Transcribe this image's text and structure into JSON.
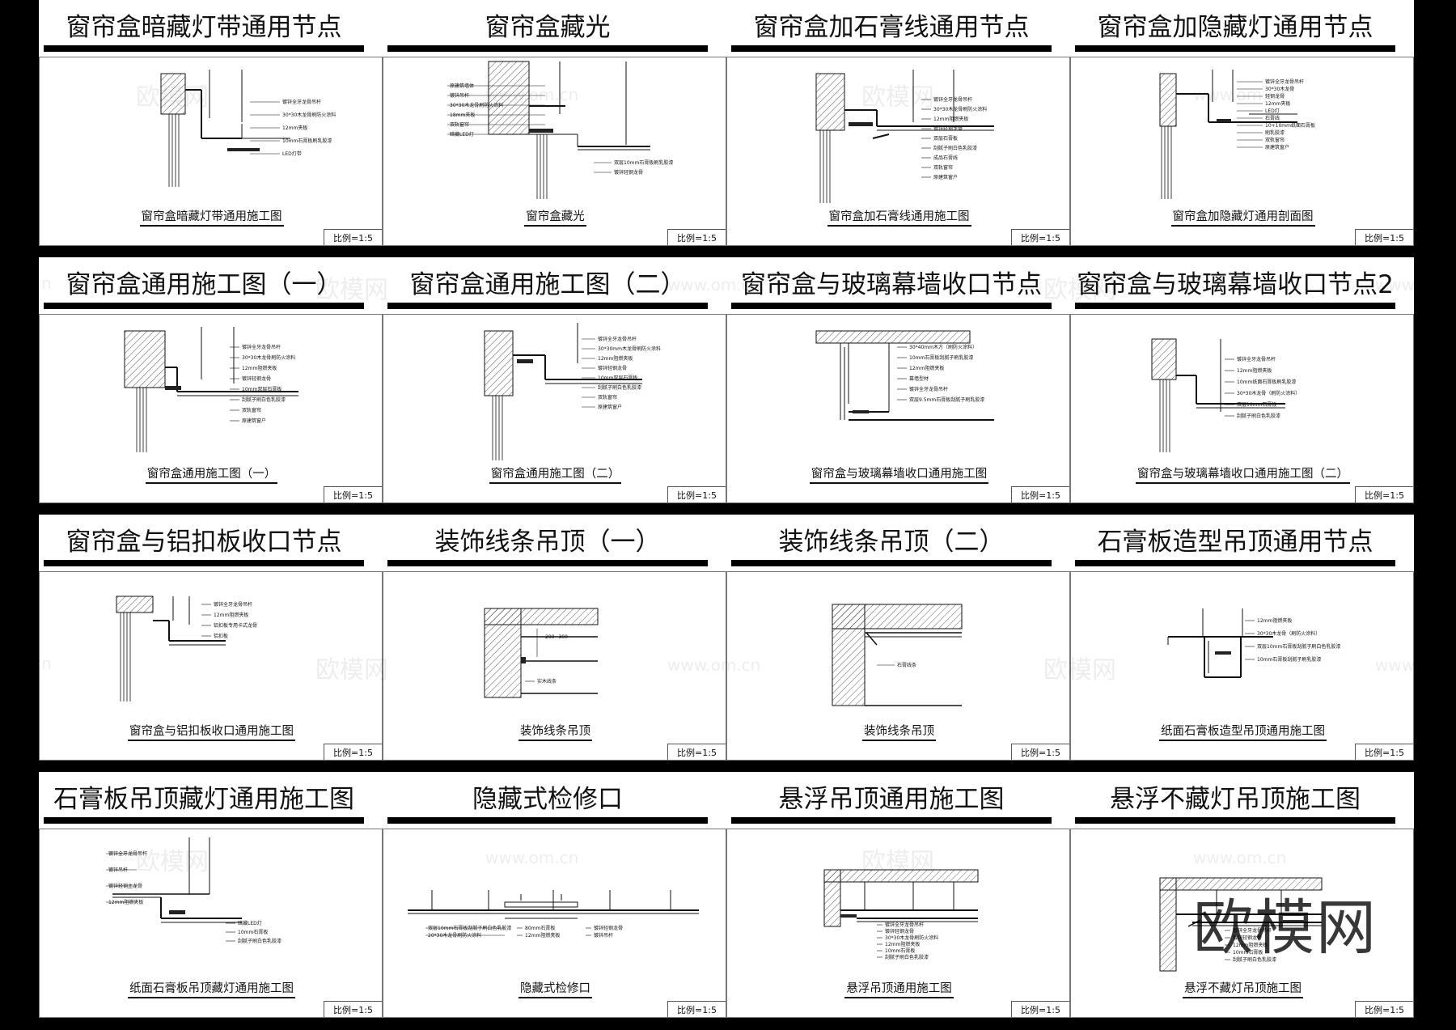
{
  "sheet": {
    "scale_label": "比例=1:5",
    "watermark_text": "欧模网",
    "watermark_url": "www.om.cn",
    "watermark_url_short": "om.cn",
    "logo_text": "欧模网"
  },
  "panels": [
    {
      "title": "窗帘盒暗藏灯带通用节点",
      "caption": "窗帘盒暗藏灯带通用施工图",
      "drawing": "a",
      "notes": [
        "镀锌全牙龙骨吊杆",
        "30*30木龙骨刷防火涂料",
        "12mm夹板",
        "10mm石膏板刷乳胶漆",
        "LED灯带"
      ]
    },
    {
      "title": "窗帘盒藏光",
      "caption": "窗帘盒藏光",
      "drawing": "b",
      "notes": [
        "原建筑墙体",
        "镀锌吊杆",
        "30*30木龙骨刷防火涂料",
        "18mm夹板",
        "双轨窗帘",
        "暗藏LED灯",
        "双层10mm石膏板刷乳胶漆",
        "镀锌轻钢龙骨"
      ]
    },
    {
      "title": "窗帘盒加石膏线通用节点",
      "caption": "窗帘盒加石膏线通用施工图",
      "drawing": "c",
      "notes": [
        "镀锌全牙龙骨吊杆",
        "30*30木龙骨刷防火涂料",
        "12mm阻燃夹板",
        "镀锌轻钢龙骨",
        "双层石膏板",
        "刮腻子刷白色乳胶漆",
        "成品石膏线",
        "双轨窗帘",
        "原建筑窗户"
      ]
    },
    {
      "title": "窗帘盒加隐藏灯通用节点",
      "caption": "窗帘盒加隐藏灯通用剖面图",
      "drawing": "d",
      "notes": [
        "镀锌全牙龙骨吊杆",
        "30*30木龙骨",
        "轻钢龙骨",
        "12mm夹板",
        "LED灯",
        "石膏线",
        "10+10mm纸面石膏板",
        "刷乳胶漆",
        "双轨窗帘",
        "原建筑窗户"
      ]
    },
    {
      "title": "窗帘盒通用施工图（一）",
      "caption": "窗帘盒通用施工图（一）",
      "drawing": "e",
      "notes": [
        "镀锌全牙龙骨吊杆",
        "30*30木龙骨刷防火涂料",
        "12mm阻燃夹板",
        "镀锌轻钢龙骨",
        "10mm双层石膏板",
        "刮腻子刷白色乳胶漆",
        "双轨窗帘",
        "原建筑窗户"
      ]
    },
    {
      "title": "窗帘盒通用施工图（二）",
      "caption": "窗帘盒通用施工图（二）",
      "drawing": "f",
      "notes": [
        "镀锌全牙龙骨吊杆",
        "30*30mm木龙骨刷防火涂料",
        "12mm阻燃夹板",
        "镀锌轻钢龙骨",
        "10mm双层石膏板",
        "刮腻子刷白色乳胶漆",
        "双轨窗帘",
        "原建筑窗户"
      ]
    },
    {
      "title": "窗帘盒与玻璃幕墙收口节点",
      "caption": "窗帘盒与玻璃幕墙收口通用施工图",
      "drawing": "g",
      "notes": [
        "30*40mm木方（刷防火涂料）",
        "10mm石膏板刮腻子刷乳胶漆",
        "12mm阻燃夹板",
        "幕墙型材",
        "镀锌全牙龙骨吊杆",
        "双层9.5mm石膏板刮腻子刷乳胶漆"
      ]
    },
    {
      "title": "窗帘盒与玻璃幕墙收口节点2",
      "caption": "窗帘盒与玻璃幕墙收口通用施工图（二）",
      "drawing": "h",
      "notes": [
        "镀锌全牙龙骨吊杆",
        "12mm阻燃夹板",
        "10mm纸面石膏板刷乳胶漆",
        "30*30木龙骨（刷防火涂料）",
        "双层10mm石膏板",
        "刮腻子刷白色乳胶漆"
      ]
    },
    {
      "title": "窗帘盒与铝扣板收口节点",
      "caption": "窗帘盒与铝扣板收口通用施工图",
      "drawing": "i",
      "notes": [
        "镀锌全牙龙骨吊杆",
        "12mm阻燃夹板",
        "铝扣板专用卡式龙骨",
        "铝扣板"
      ]
    },
    {
      "title": "装饰线条吊顶（一）",
      "caption": "装饰线条吊顶",
      "drawing": "j",
      "notes": [
        "200~300",
        "实木线条"
      ]
    },
    {
      "title": "装饰线条吊顶（二）",
      "caption": "装饰线条吊顶",
      "drawing": "k",
      "notes": [
        "石膏线条"
      ]
    },
    {
      "title": "石膏板造型吊顶通用节点",
      "caption": "纸面石膏板造型吊顶通用施工图",
      "drawing": "l",
      "notes": [
        "12mm阻燃夹板",
        "30*30木龙骨（刷防火涂料）",
        "双层10mm石膏板刮腻子刷白色乳胶漆",
        "10mm石膏板刮腻子刷乳胶漆"
      ]
    },
    {
      "title": "石膏板吊顶藏灯通用施工图",
      "caption": "纸面石膏板吊顶藏灯通用施工图",
      "drawing": "m",
      "notes": [
        "镀锌全牙龙骨吊杆",
        "镀锌吊杆",
        "镀锌轻钢主龙骨",
        "12mm阻燃夹板",
        "暗藏LED灯",
        "10mm石膏板",
        "刮腻子刷白色乳胶漆"
      ]
    },
    {
      "title": "隐藏式检修口",
      "caption": "隐藏式检修口",
      "drawing": "n",
      "notes": [
        "双层10mm石膏板刮腻子刷白色乳胶漆",
        "20*30木龙骨刷防火涂料",
        "80mm石膏板",
        "12mm阻燃夹板",
        "镀锌轻钢龙骨",
        "镀锌吊杆"
      ]
    },
    {
      "title": "悬浮吊顶通用施工图",
      "caption": "悬浮吊顶通用施工图",
      "drawing": "o",
      "notes": [
        "镀锌全牙龙骨吊杆",
        "镀锌轻钢龙骨",
        "30*30木龙骨刷防火涂料",
        "12mm阻燃夹板",
        "10mm石膏板",
        "刮腻子刷白色乳胶漆"
      ]
    },
    {
      "title": "悬浮不藏灯吊顶施工图",
      "caption": "悬浮不藏灯吊顶施工图",
      "drawing": "p",
      "notes": [
        "镀锌全牙龙骨吊杆",
        "镀锌轻钢龙骨",
        "12mm阻燃夹板",
        "10mm石膏板",
        "刮腻子刷白色乳胶漆"
      ]
    }
  ]
}
